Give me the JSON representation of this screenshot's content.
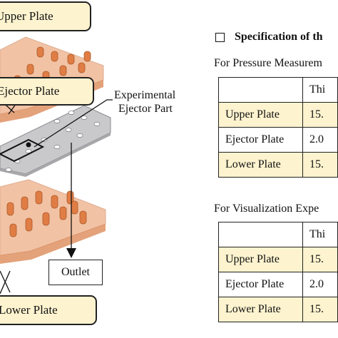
{
  "diagram": {
    "labels": {
      "upper_plate": "Upper Plate",
      "ejector_plate": "Ejector Plate",
      "experimental_line1": "Experimental",
      "experimental_line2": "Ejector Part",
      "outlet": "Outlet",
      "lower_plate": "Lower Plate"
    },
    "colors": {
      "plate_orange": "#e9925a",
      "plate_edge": "#c26a38",
      "ejector_gray": "#c9c9cb",
      "callout_fill": "#fdf3cf"
    }
  },
  "spec": {
    "title": "Specification of th",
    "pressure": {
      "caption": "For Pressure Measurem",
      "header": [
        "",
        "Thi"
      ],
      "rows": [
        {
          "name": "Upper Plate",
          "value": "15."
        },
        {
          "name": "Ejector Plate",
          "value": "2.0"
        },
        {
          "name": "Lower Plate",
          "value": "15."
        }
      ]
    },
    "visualization": {
      "caption": "For Visualization Expe",
      "header": [
        "",
        "Thi"
      ],
      "rows": [
        {
          "name": "Upper Plate",
          "value": "15."
        },
        {
          "name": "Ejector Plate",
          "value": "2.0"
        },
        {
          "name": "Lower Plate",
          "value": "15."
        }
      ]
    }
  }
}
